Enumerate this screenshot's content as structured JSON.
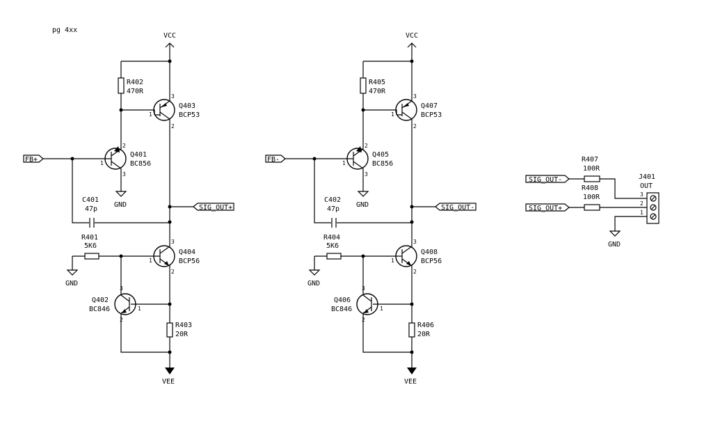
{
  "header_note": "pg 4xx",
  "power": {
    "vcc": "VCC",
    "vee": "VEE",
    "gnd": "GND"
  },
  "channels": [
    {
      "input_label": "FB+",
      "output_label": "SIG_OUT+",
      "r_top": {
        "ref": "R402",
        "value": "470R"
      },
      "r_base": {
        "ref": "R401",
        "value": "5K6"
      },
      "r_bottom": {
        "ref": "R403",
        "value": "20R"
      },
      "cap": {
        "ref": "C401",
        "value": "47p"
      },
      "q_input": {
        "ref": "Q401",
        "part": "BC856"
      },
      "q_upper": {
        "ref": "Q403",
        "part": "BCP53"
      },
      "q_lower": {
        "ref": "Q404",
        "part": "BCP56"
      },
      "q_limit": {
        "ref": "Q402",
        "part": "BC846"
      }
    },
    {
      "input_label": "FB-",
      "output_label": "SIG_OUT-",
      "r_top": {
        "ref": "R405",
        "value": "470R"
      },
      "r_base": {
        "ref": "R404",
        "value": "5K6"
      },
      "r_bottom": {
        "ref": "R406",
        "value": "20R"
      },
      "cap": {
        "ref": "C402",
        "value": "47p"
      },
      "q_input": {
        "ref": "Q405",
        "part": "BC856"
      },
      "q_upper": {
        "ref": "Q407",
        "part": "BCP53"
      },
      "q_lower": {
        "ref": "Q408",
        "part": "BCP56"
      },
      "q_limit": {
        "ref": "Q406",
        "part": "BC846"
      }
    }
  ],
  "connector": {
    "ref": "J401",
    "value": "OUT",
    "pins": [
      "3",
      "2",
      "1"
    ],
    "r_minus": {
      "ref": "R407",
      "value": "100R"
    },
    "r_plus": {
      "ref": "R408",
      "value": "100R"
    },
    "net_minus": "SIG_OUT-",
    "net_plus": "SIG_OUT+"
  },
  "pin_numbers": {
    "b": "1",
    "c": "3",
    "e": "2"
  }
}
